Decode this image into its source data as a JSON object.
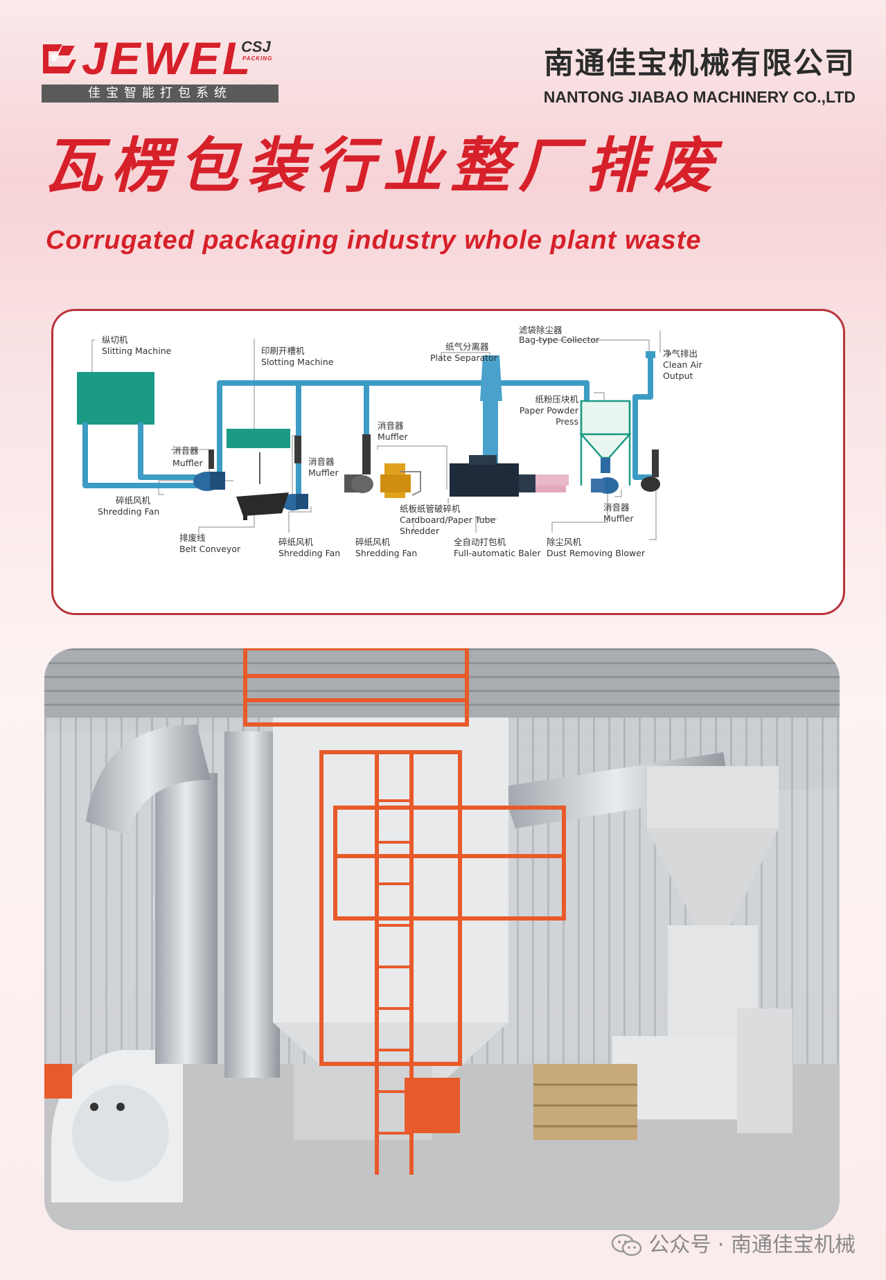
{
  "brand": {
    "logo_word": "JEWEL",
    "logo_sub": "CSJ",
    "logo_sub2": "PACKING",
    "tagline": "佳宝智能打包系统",
    "colors": {
      "red": "#d6202a",
      "teal": "#1d9a86",
      "pipe": "#3d9cc4",
      "orange": "#e85a2a"
    }
  },
  "company": {
    "name_cn": "南通佳宝机械有限公司",
    "name_en": "NANTONG JIABAO MACHINERY CO.,LTD"
  },
  "headline": {
    "cn": "瓦楞包装行业整厂排废",
    "en": "Corrugated packaging industry whole plant waste"
  },
  "diagram": {
    "labels": {
      "slitting": {
        "cn": "纵切机",
        "en": "Slitting Machine"
      },
      "muffler1": {
        "cn": "消音器",
        "en": "Muffler"
      },
      "fan1": {
        "cn": "碎纸风机",
        "en": "Shredding Fan"
      },
      "slotting": {
        "cn": "印刷开槽机",
        "en": "Slotting Machine"
      },
      "belt": {
        "cn": "排废线",
        "en": "Belt Conveyor"
      },
      "muffler2": {
        "cn": "消音器",
        "en": "Muffler"
      },
      "fan2": {
        "cn": "碎纸风机",
        "en": "Shredding Fan"
      },
      "muffler3": {
        "cn": "消音器",
        "en": "Muffler"
      },
      "fan3": {
        "cn": "碎纸风机",
        "en": "Shredding Fan"
      },
      "shredder": {
        "cn": "纸板纸管破碎机",
        "en1": "Cardboard/Paper Tube",
        "en2": "Shredder"
      },
      "separator": {
        "cn": "纸气分离器",
        "en": "Plate Separator"
      },
      "baler": {
        "cn": "全自动打包机",
        "en": "Full-automatic Baler"
      },
      "collector": {
        "cn": "滤袋除尘器",
        "en": "Bag-type Collector"
      },
      "press": {
        "cn": "纸粉压块机",
        "en1": "Paper Powder",
        "en2": "Press"
      },
      "cleanair": {
        "cn": "净气排出",
        "en1": "Clean Air",
        "en2": "Output"
      },
      "muffler4": {
        "cn": "消音器",
        "en": "Muffler"
      },
      "blower": {
        "cn": "除尘风机",
        "en": "Dust Removing Blower"
      }
    }
  },
  "watermark": {
    "text": "公众号 · 南通佳宝机械"
  }
}
